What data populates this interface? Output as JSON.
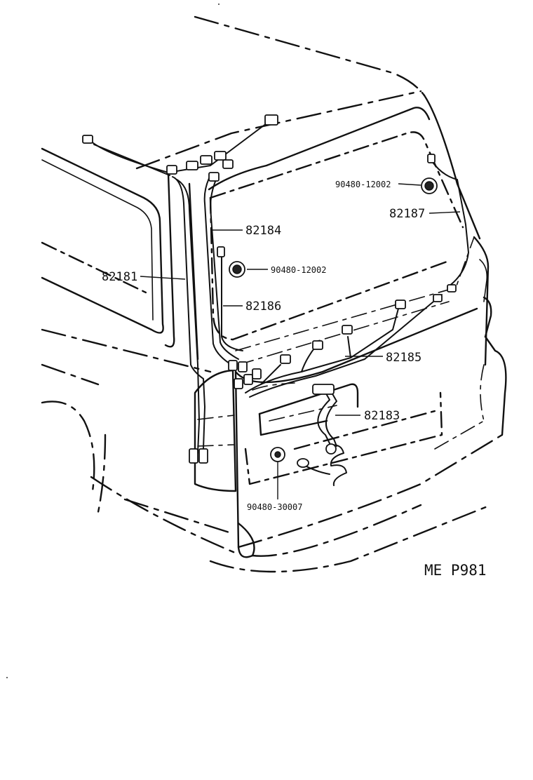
{
  "diagram": {
    "callouts": {
      "c82181": "82181",
      "c82184": "82184",
      "c82186": "82186",
      "c82187": "82187",
      "c82185": "82185",
      "c82183": "82183",
      "c90480_12002_top": "90480-12002",
      "c90480_12002_mid": "90480-12002",
      "c90480_30007": "90480-30007"
    },
    "figure_code": "ME P981"
  }
}
